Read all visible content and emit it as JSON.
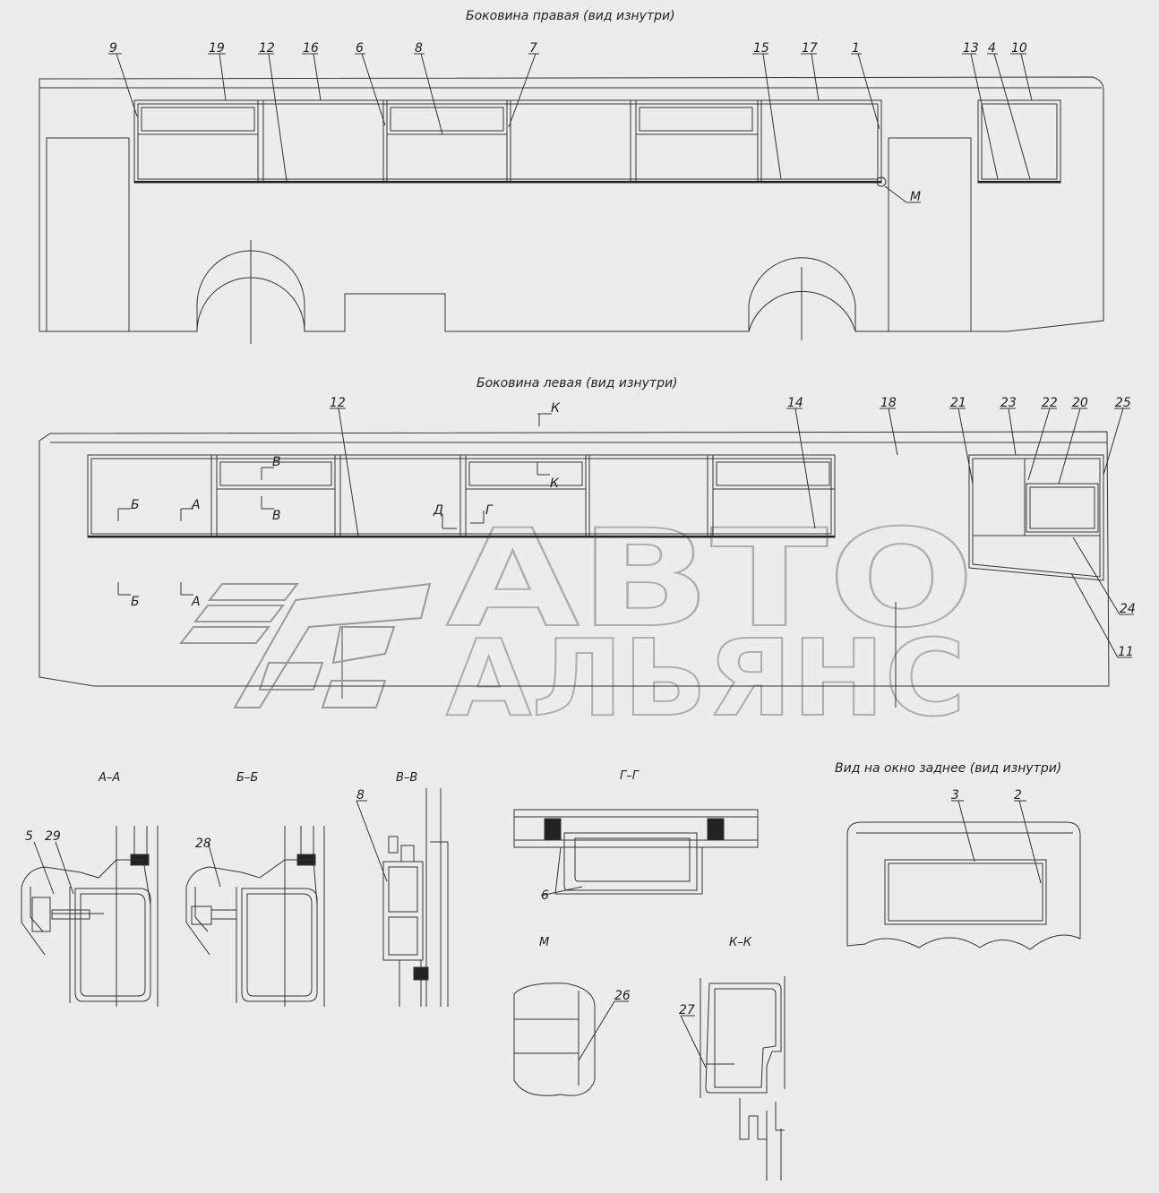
{
  "titles": {
    "right_side": "Боковина правая (вид изнутри)",
    "left_side": "Боковина левая (вид изнутри)",
    "rear_window": "Вид на окно заднее (вид изнутри)"
  },
  "right_callouts": [
    {
      "text": "9"
    },
    {
      "text": "19"
    },
    {
      "text": "12"
    },
    {
      "text": "16"
    },
    {
      "text": "6"
    },
    {
      "text": "8"
    },
    {
      "text": "7"
    },
    {
      "text": "15"
    },
    {
      "text": "17"
    },
    {
      "text": "1"
    },
    {
      "text": "13"
    },
    {
      "text": "4"
    },
    {
      "text": "10"
    },
    {
      "text": "М"
    }
  ],
  "left_callouts": [
    {
      "text": "12"
    },
    {
      "text": "14"
    },
    {
      "text": "18"
    },
    {
      "text": "21"
    },
    {
      "text": "23"
    },
    {
      "text": "22"
    },
    {
      "text": "20"
    },
    {
      "text": "25"
    },
    {
      "text": "24"
    },
    {
      "text": "11"
    }
  ],
  "section_marks": [
    {
      "text": "К"
    },
    {
      "text": "В"
    },
    {
      "text": "К"
    },
    {
      "text": "Б"
    },
    {
      "text": "А"
    },
    {
      "text": "В"
    },
    {
      "text": "Д"
    },
    {
      "text": "Г"
    },
    {
      "text": "Б"
    },
    {
      "text": "А"
    }
  ],
  "details": [
    {
      "title": "А–А"
    },
    {
      "title": "Б–Б"
    },
    {
      "title": "В–В"
    },
    {
      "title": "Г–Г"
    },
    {
      "title": "М"
    },
    {
      "title": "К–К"
    }
  ],
  "detail_callouts": [
    {
      "text": "5"
    },
    {
      "text": "29"
    },
    {
      "text": "28"
    },
    {
      "text": "8"
    },
    {
      "text": "6"
    },
    {
      "text": "26"
    },
    {
      "text": "27"
    },
    {
      "text": "3"
    },
    {
      "text": "2"
    }
  ],
  "watermark": {
    "line1": "АВТО",
    "line2": "АЛЬЯНС"
  }
}
